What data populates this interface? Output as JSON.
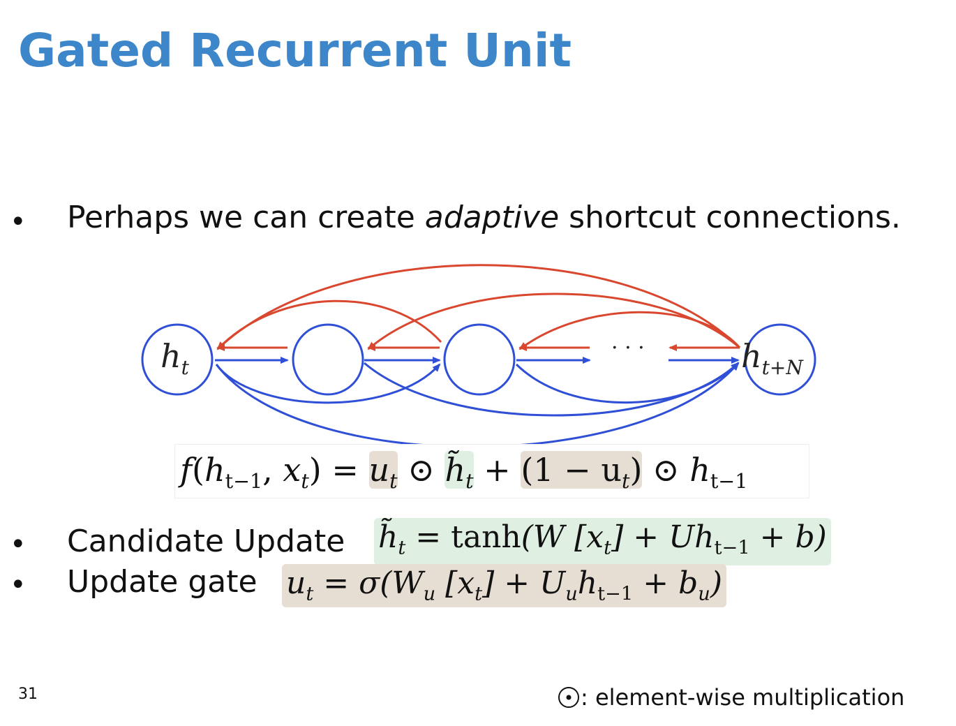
{
  "slide": {
    "title": "Gated Recurrent Unit",
    "bullet1": {
      "before": "Perhaps we can create ",
      "emph": "adaptive",
      "after": " shortcut connections."
    },
    "bullet2_label": "Candidate Update",
    "bullet3_label": "Update gate",
    "page_number": "31",
    "footnote": ": element-wise multiplication"
  },
  "diagram": {
    "node_first": "h",
    "node_first_sub": "t",
    "node_last": "h",
    "node_last_sub": "t+N",
    "ellipsis": "· · ·",
    "colors": {
      "forward": "#2f4fd6",
      "shortcut": "#d9472f",
      "title": "#3d86c9"
    }
  },
  "equations": {
    "main": {
      "f": "f",
      "open": "(",
      "h1": "h",
      "h1_sub": "t−1",
      "comma": ", ",
      "x": "x",
      "x_sub": "t",
      "close_eq": ") = ",
      "u": "u",
      "u_sub": "t",
      "odot": " ⊙ ",
      "htilde": "h̃",
      "htilde_sub": "t",
      "plus": " + ",
      "paren_expr": "(1 − u",
      "paren_sub": "t",
      "paren_close": ")",
      "odot2": " ⊙ ",
      "h2": "h",
      "h2_sub": "t−1"
    },
    "candidate": {
      "lhs": "h̃",
      "lhs_sub": "t",
      "eq": " = ",
      "fn": "tanh",
      "body1": "(W [x",
      "x_sub": "t",
      "body2": "] + Uh",
      "h_sub": "t−1",
      "body3": " + b)"
    },
    "gate": {
      "lhs": "u",
      "lhs_sub": "t",
      "eq": " = ",
      "sigma": "σ",
      "body1": "(W",
      "w_sub": "u",
      "body2": " [x",
      "x_sub": "t",
      "body3": "] + U",
      "u_sub": "u",
      "body4": "h",
      "h_sub": "t−1",
      "body5": " + b",
      "b_sub": "u",
      "body6": ")"
    }
  }
}
